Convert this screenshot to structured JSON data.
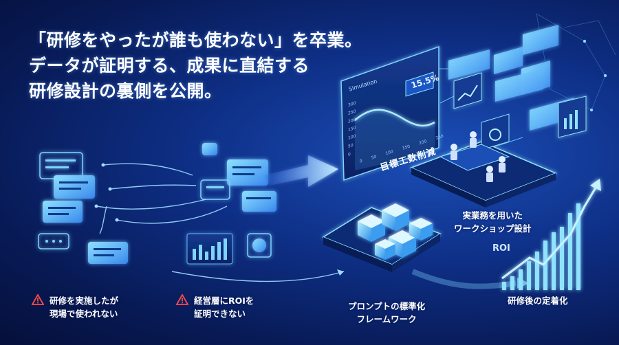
{
  "headline": {
    "line1": "「研修をやったが誰も使わない」を卒業。",
    "line2": "データが証明する、成果に直結する",
    "line3": "研修設計の裏側を公開。"
  },
  "problems": [
    {
      "line1": "研修を実施したが",
      "line2": "現場で使われない"
    },
    {
      "line1": "経営層にROIを",
      "line2": "証明できない"
    }
  ],
  "dashboard": {
    "title": "Simulation",
    "badge": "15.5%",
    "label": "目標工数削減",
    "y_ticks": [
      "300",
      "250",
      "200",
      "150",
      "100",
      "50",
      "0"
    ],
    "x_ticks": [
      "0",
      "50",
      "100",
      "150",
      "200",
      "250"
    ]
  },
  "workshop": {
    "line1": "実業務を用いた",
    "line2": "ワークショップ設計"
  },
  "framework": {
    "line1": "プロンプトの標準化",
    "line2": "フレームワーク"
  },
  "roi": {
    "label": "ROI",
    "caption": "研修後の定着化"
  },
  "colors": {
    "accent": "#5fd0ff",
    "warning": "#ff4a4a",
    "background": "#0e2f86"
  }
}
